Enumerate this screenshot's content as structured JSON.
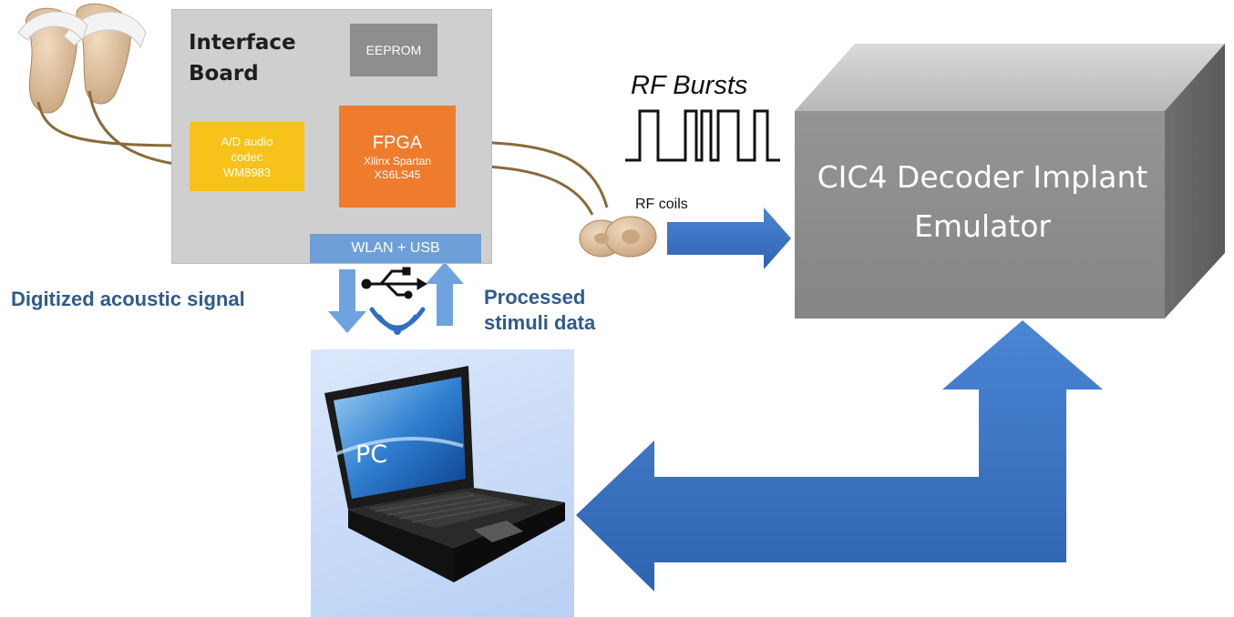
{
  "board": {
    "title_line1": "Interface",
    "title_line2": "Board",
    "eeprom": "EEPROM",
    "codec_line1": "A/D audio",
    "codec_line2": "codec",
    "codec_line3": "WM8983",
    "fpga_name": "FPGA",
    "fpga_sub1": "Xilinx Spartan",
    "fpga_sub2": "XS6LS45",
    "wlan": "WLAN + USB"
  },
  "rf": {
    "bursts_title": "RF Bursts",
    "coils_label": "RF coils"
  },
  "emulator": {
    "line1": "CIC4 Decoder Implant",
    "line2": "Emulator"
  },
  "labels": {
    "digitized": "Digitized acoustic signal",
    "processed_line1": "Processed",
    "processed_line2": "stimuli data"
  },
  "pc": {
    "label": "PC"
  },
  "colors": {
    "board_bg": "#cfcfcf",
    "eeprom": "#8e8e8e",
    "codec": "#f7c21a",
    "fpga": "#ef7b2d",
    "wlan": "#6f9fd8",
    "arrow_blue": "#3d74c4",
    "label_blue": "#2f5b8c",
    "emulator_front": "#8c8c8c"
  },
  "icons": [
    "hearing-aid-icon",
    "usb-icon",
    "wifi-icon",
    "laptop-icon",
    "rf-coil-icon"
  ]
}
